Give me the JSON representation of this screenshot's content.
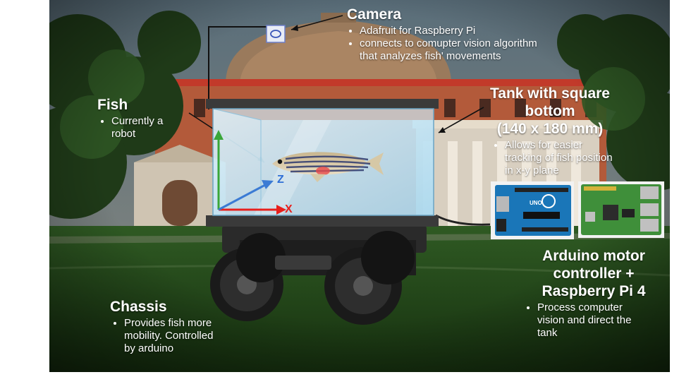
{
  "camera": {
    "title": "Camera",
    "bullets": [
      "Adafruit for Raspberry Pi",
      "connects to comupter vision algorithm that analyzes fish' movements"
    ]
  },
  "fish": {
    "title": "Fish",
    "bullets": [
      "Currently a robot"
    ]
  },
  "tank": {
    "title_lines": [
      "Tank with square",
      "bottom",
      "(140 x 180 mm)"
    ],
    "bullets": [
      "Allows for easier tracking of fish position in x-y plane"
    ]
  },
  "controller": {
    "title_lines": [
      "Arduino motor",
      "controller +",
      "Raspberry Pi 4"
    ],
    "bullets": [
      "Process computer vision and direct the tank"
    ]
  },
  "chassis": {
    "title": "Chassis",
    "bullets": [
      "Provides fish more mobility. Controlled by arduino"
    ]
  },
  "axes": {
    "x": "X",
    "z": "Z"
  },
  "board_labels": {
    "uno": "UNO"
  },
  "colors": {
    "tank_water": "#bfe4f5",
    "tank_frame": "#3a3a3a",
    "x_axis": "#e8201c",
    "y_axis": "#3aa639",
    "z_axis": "#3b7bd4",
    "arduino": "#1a76b8",
    "raspberry_pi": "#3f8f3a"
  }
}
